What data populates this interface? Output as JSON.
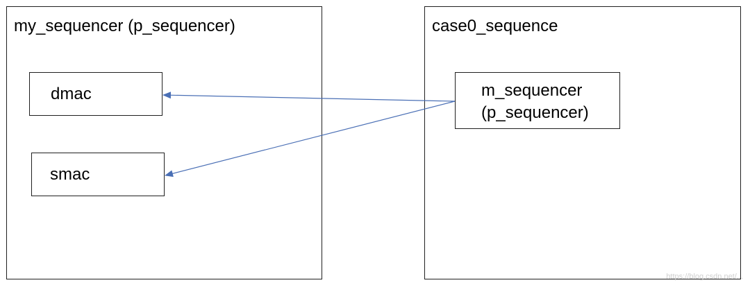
{
  "left_panel": {
    "title": "my_sequencer (p_sequencer)",
    "fields": [
      {
        "label": "dmac"
      },
      {
        "label": "smac"
      }
    ]
  },
  "right_panel": {
    "title": "case0_sequence",
    "handle": {
      "line1": "m_sequencer",
      "line2": "(p_sequencer)"
    }
  },
  "arrows": [
    {
      "from": "m_sequencer",
      "to": "dmac"
    },
    {
      "from": "m_sequencer",
      "to": "smac"
    }
  ],
  "colors": {
    "arrow": "#4a6fb5",
    "border": "#1f1f1f"
  },
  "watermark": "https://blog.csdn.net/..."
}
